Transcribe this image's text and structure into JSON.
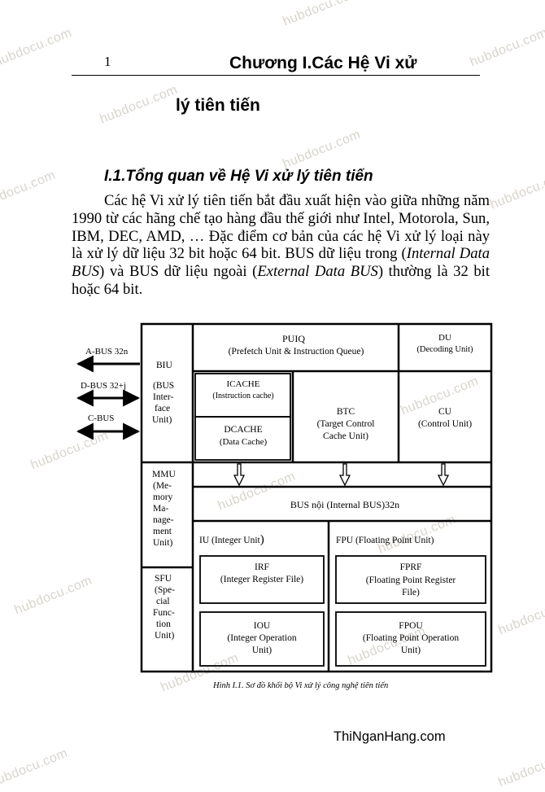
{
  "header": {
    "page_number": "1",
    "chapter_title_line1": "Chương I.Các Hệ Vi xử",
    "chapter_title_line2": "lý tiên tiến"
  },
  "section": {
    "heading": "I.1.Tổng quan về Hệ Vi xử lý tiên tiến",
    "para_part1": "Các hệ Vi xử lý tiên tiến bắt đầu xuất hiện vào giữa những năm 1990 từ các hãng chế tạo hàng đầu thế giới như Intel, Motorola, Sun, IBM, DEC, AMD, … Đặc điểm cơ bản của các hệ Vi xử lý loại này là xử lý dữ liệu 32 bit hoặc 64 bit. BUS dữ liệu trong (",
    "para_em1": "Internal Data BUS",
    "para_part2": ") và BUS dữ liệu ngoài (",
    "para_em2": "External Data BUS",
    "para_part3": ") thường là 32 bit hoặc 64 bit."
  },
  "diagram": {
    "buses": {
      "abus": "A-BUS 32n",
      "dbus": "D-BUS 32+j",
      "cbus": "C-BUS"
    },
    "biu": {
      "line1": "BIU",
      "line2": "(BUS",
      "line3": "Inter-",
      "line4": "face",
      "line5": "Unit)"
    },
    "puiq": {
      "line1": "PUIQ",
      "line2": "(Prefetch Unit & Instruction Queue)"
    },
    "du": {
      "line1": "DU",
      "line2": "(Decoding Unit)"
    },
    "icache": {
      "line1": "ICACHE",
      "line2": "(Instruction cache)"
    },
    "dcache": {
      "line1": "DCACHE",
      "line2": "(Data Cache)"
    },
    "btc": {
      "line1": "BTC",
      "line2": "(Target Control",
      "line3": "Cache Unit)"
    },
    "cu": {
      "line1": "CU",
      "line2": "(Control Unit)"
    },
    "mmu": {
      "line1": "MMU",
      "line2": "(Me-",
      "line3": "mory",
      "line4": "Ma-",
      "line5": "nage-",
      "line6": "ment",
      "line7": "Unit)"
    },
    "internal_bus": "BUS nội (Internal BUS)32n",
    "iu": {
      "title": "IU (Integer Unit",
      "paren": ")"
    },
    "fpu": {
      "title": "FPU (Floating Point Unit)"
    },
    "irf": {
      "line1": "IRF",
      "line2": "(Integer Register File)"
    },
    "fprf": {
      "line1": "FPRF",
      "line2": "(Floating Point Register",
      "line3": "File)"
    },
    "sfu": {
      "line1": "SFU",
      "line2": "(Spe-",
      "line3": "cial",
      "line4": "Func-",
      "line5": "tion",
      "line6": "Unit)"
    },
    "iou": {
      "line1": "IOU",
      "line2": "(Integer Operation",
      "line3": "Unit)"
    },
    "fpou": {
      "line1": "FPOU",
      "line2": "(Floating Point Operation",
      "line3": "Unit)"
    }
  },
  "figure": {
    "caption": "Hình I.1. Sơ đồ khối bộ Vi xử lý công nghệ tiên tiến"
  },
  "footer": {
    "site": "ThiNganHang.com"
  },
  "watermark": {
    "text": "hubdocu.com"
  }
}
